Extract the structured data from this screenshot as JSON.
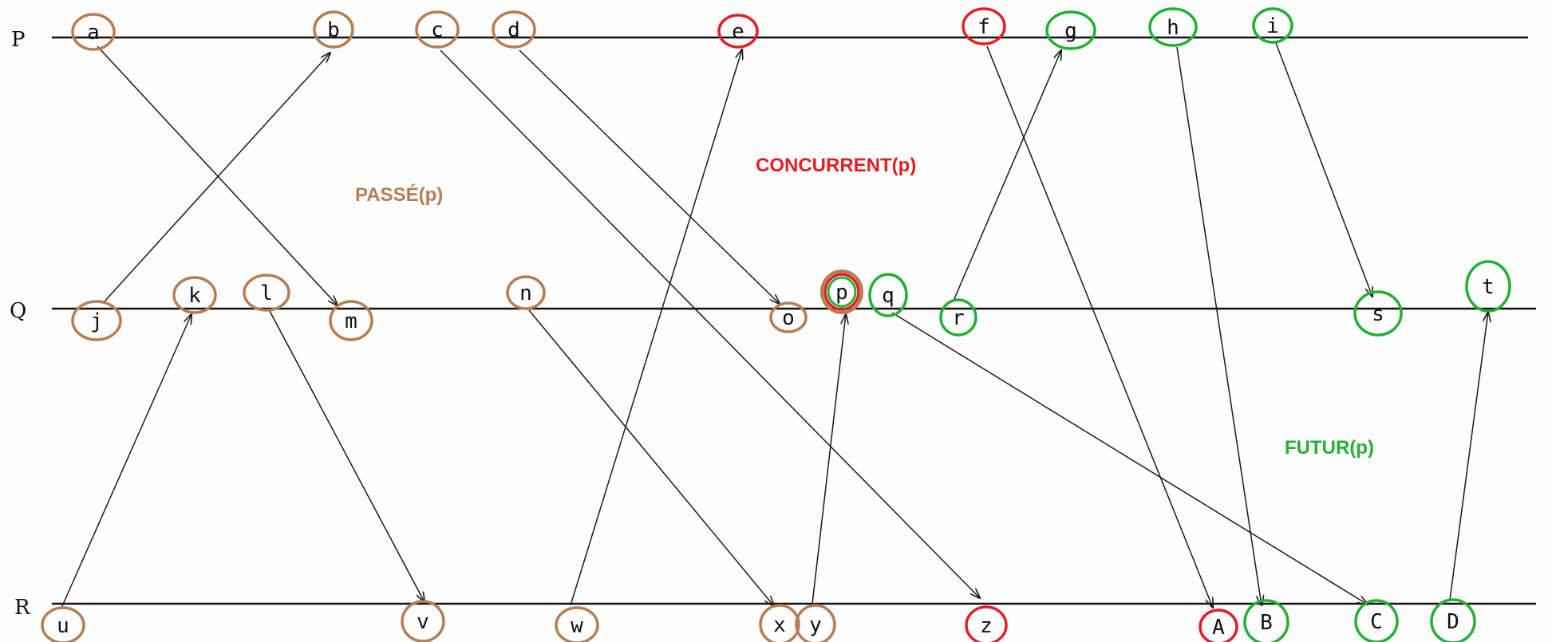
{
  "colors": {
    "passe": "#b77d52",
    "concurrent": "#e21f26",
    "futur": "#22b131",
    "line": "#111111",
    "arrow": "#1a1a1a"
  },
  "processes": [
    {
      "id": "P",
      "label": "P"
    },
    {
      "id": "Q",
      "label": "Q"
    },
    {
      "id": "R",
      "label": "R"
    }
  ],
  "events": [
    {
      "id": "a",
      "label": "a",
      "process": "P",
      "set": "passe"
    },
    {
      "id": "b",
      "label": "b",
      "process": "P",
      "set": "passe"
    },
    {
      "id": "c",
      "label": "c",
      "process": "P",
      "set": "passe"
    },
    {
      "id": "d",
      "label": "d",
      "process": "P",
      "set": "passe"
    },
    {
      "id": "e",
      "label": "e",
      "process": "P",
      "set": "concurrent"
    },
    {
      "id": "f",
      "label": "f",
      "process": "P",
      "set": "concurrent"
    },
    {
      "id": "g",
      "label": "g",
      "process": "P",
      "set": "futur"
    },
    {
      "id": "h",
      "label": "h",
      "process": "P",
      "set": "futur"
    },
    {
      "id": "i",
      "label": "i",
      "process": "P",
      "set": "futur"
    },
    {
      "id": "j",
      "label": "j",
      "process": "Q",
      "set": "passe"
    },
    {
      "id": "k",
      "label": "k",
      "process": "Q",
      "set": "passe"
    },
    {
      "id": "l",
      "label": "l",
      "process": "Q",
      "set": "passe"
    },
    {
      "id": "m",
      "label": "m",
      "process": "Q",
      "set": "passe"
    },
    {
      "id": "n",
      "label": "n",
      "process": "Q",
      "set": "passe"
    },
    {
      "id": "o",
      "label": "o",
      "process": "Q",
      "set": "passe"
    },
    {
      "id": "p",
      "label": "p",
      "process": "Q",
      "set": "multi"
    },
    {
      "id": "q",
      "label": "q",
      "process": "Q",
      "set": "futur"
    },
    {
      "id": "r",
      "label": "r",
      "process": "Q",
      "set": "futur"
    },
    {
      "id": "s",
      "label": "s",
      "process": "Q",
      "set": "futur"
    },
    {
      "id": "t",
      "label": "t",
      "process": "Q",
      "set": "futur"
    },
    {
      "id": "u",
      "label": "u",
      "process": "R",
      "set": "passe"
    },
    {
      "id": "v",
      "label": "v",
      "process": "R",
      "set": "passe"
    },
    {
      "id": "w",
      "label": "w",
      "process": "R",
      "set": "passe"
    },
    {
      "id": "x",
      "label": "x",
      "process": "R",
      "set": "passe"
    },
    {
      "id": "y",
      "label": "y",
      "process": "R",
      "set": "passe"
    },
    {
      "id": "z",
      "label": "z",
      "process": "R",
      "set": "concurrent"
    },
    {
      "id": "A",
      "label": "A",
      "process": "R",
      "set": "concurrent"
    },
    {
      "id": "B",
      "label": "B",
      "process": "R",
      "set": "futur"
    },
    {
      "id": "C",
      "label": "C",
      "process": "R",
      "set": "futur"
    },
    {
      "id": "D",
      "label": "D",
      "process": "R",
      "set": "futur"
    }
  ],
  "messages": [
    {
      "from": "a",
      "to": "m"
    },
    {
      "from": "j",
      "to": "b"
    },
    {
      "from": "c",
      "to": "z"
    },
    {
      "from": "d",
      "to": "o"
    },
    {
      "from": "w",
      "to": "e"
    },
    {
      "from": "f",
      "to": "A"
    },
    {
      "from": "r",
      "to": "g"
    },
    {
      "from": "h",
      "to": "B"
    },
    {
      "from": "i",
      "to": "s"
    },
    {
      "from": "u",
      "to": "k"
    },
    {
      "from": "l",
      "to": "v"
    },
    {
      "from": "n",
      "to": "x"
    },
    {
      "from": "y",
      "to": "p"
    },
    {
      "from": "q",
      "to": "C"
    },
    {
      "from": "D",
      "to": "t"
    }
  ],
  "regions": [
    {
      "id": "passe",
      "label": "PASSÉ(p)",
      "color": "#b77d52"
    },
    {
      "id": "concurrent",
      "label": "CONCURRENT(p)",
      "color": "#e21f26"
    },
    {
      "id": "futur",
      "label": "FUTUR(p)",
      "color": "#22b131"
    }
  ]
}
